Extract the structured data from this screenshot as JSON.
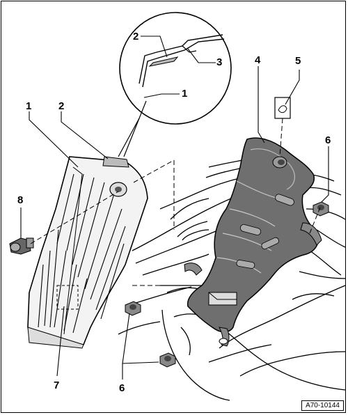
{
  "diagram": {
    "reference_code": "A70-10144",
    "callouts": {
      "c1_left": "1",
      "c2_left": "2",
      "c2_detail": "2",
      "c3_detail": "3",
      "c1_detail": "1",
      "c4": "4",
      "c5": "5",
      "c6_right": "6",
      "c6_bottom": "6",
      "c7": "7",
      "c8": "8"
    }
  }
}
